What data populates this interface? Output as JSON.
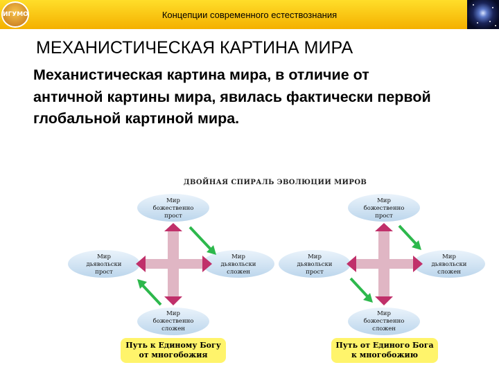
{
  "header": {
    "title": "Концепции современного естествознания",
    "logo_text": "ИГУМО",
    "colors": {
      "bar_top": "#ffde2a",
      "bar_bottom": "#f4b000"
    }
  },
  "slide": {
    "title": "МЕХАНИСТИЧЕСКАЯ КАРТИНА  МИРА",
    "body": "Механистическая картина мира, в отличие от  античной картины мира, явилась фактически первой глобальной картиной мира."
  },
  "diagram": {
    "title": "ДВОЙНАЯ СПИРАЛЬ ЭВОЛЮЦИИ МИРОВ",
    "left": {
      "top": "Мир божественно прост",
      "left": "Мир дьявольски прост",
      "right": "Мир дьявольски сложен",
      "bottom": "Мир божественно сложен",
      "path_line1": "Путь к Единому Богу",
      "path_line2": "от многобожия"
    },
    "right": {
      "top": "Мир божественно прост",
      "left": "Мир дьявольски прост",
      "right": "Мир дьявольски сложен",
      "bottom": "Мир божественно сложен",
      "path_line1": "Путь от Единого Бога",
      "path_line2": "к многобожию"
    },
    "colors": {
      "ellipse": "#cfe2f3",
      "arrow_main": "#e0b6c4",
      "arrow_accent": "#c0306a",
      "arrow_green": "#2db84c",
      "label_bg": "#fff46b"
    }
  }
}
